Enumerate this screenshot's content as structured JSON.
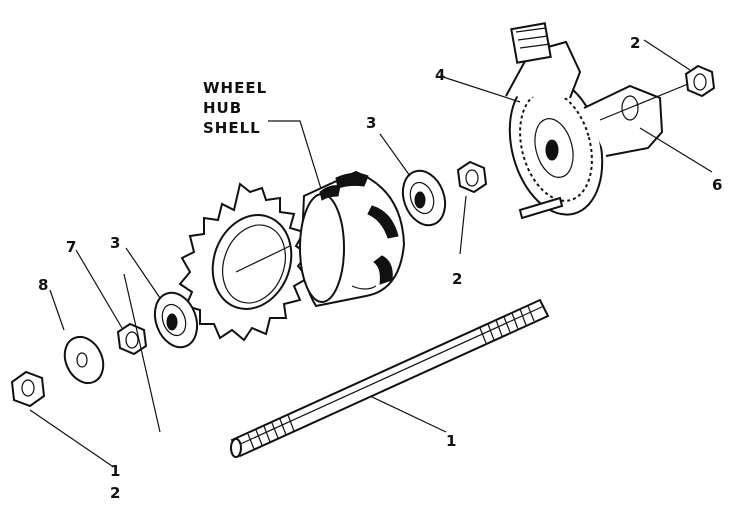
{
  "title_label": {
    "lines": [
      "WHEEL",
      "HUB",
      "SHELL"
    ]
  },
  "callouts": {
    "c1_axle": "1",
    "c1_bottom": "1",
    "c2_top_right": "2",
    "c2_mid": "2",
    "c2_bottom": "2",
    "c3_right": "3",
    "c3_left": "3",
    "c4": "4",
    "c6": "6",
    "c7": "7",
    "c8": "8"
  },
  "colors": {
    "ink": "#111111",
    "paper": "#ffffff"
  }
}
